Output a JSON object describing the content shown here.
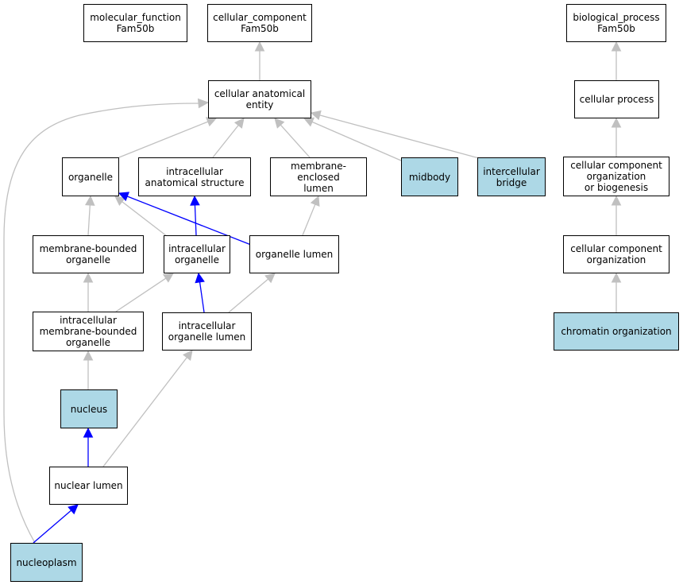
{
  "colors": {
    "highlight_fill": "#add8e6",
    "is_a_edge": "#c0c0c0",
    "part_of_edge": "#0000ff",
    "node_border": "#000000"
  },
  "nodes": {
    "mf": {
      "label": "molecular_function\nFam50b",
      "highlight": false
    },
    "cc": {
      "label": "cellular_component\nFam50b",
      "highlight": false
    },
    "bp": {
      "label": "biological_process\nFam50b",
      "highlight": false
    },
    "cae": {
      "label": "cellular anatomical\nentity",
      "highlight": false
    },
    "cproc": {
      "label": "cellular process",
      "highlight": false
    },
    "organelle": {
      "label": "organelle",
      "highlight": false
    },
    "ias": {
      "label": "intracellular\nanatomical structure",
      "highlight": false
    },
    "mel": {
      "label": "membrane-enclosed\nlumen",
      "highlight": false
    },
    "midbody": {
      "label": "midbody",
      "highlight": true
    },
    "icb": {
      "label": "intercellular\nbridge",
      "highlight": true
    },
    "ccob": {
      "label": "cellular component\norganization\nor biogenesis",
      "highlight": false
    },
    "mbo": {
      "label": "membrane-bounded\norganelle",
      "highlight": false
    },
    "io": {
      "label": "intracellular\norganelle",
      "highlight": false
    },
    "ol": {
      "label": "organelle lumen",
      "highlight": false
    },
    "cco": {
      "label": "cellular component\norganization",
      "highlight": false
    },
    "imbo": {
      "label": "intracellular\nmembrane-bounded\norganelle",
      "highlight": false
    },
    "iol": {
      "label": "intracellular\norganelle lumen",
      "highlight": false
    },
    "chrom": {
      "label": "chromatin organization",
      "highlight": true
    },
    "nucleus": {
      "label": "nucleus",
      "highlight": true
    },
    "nlumen": {
      "label": "nuclear lumen",
      "highlight": false
    },
    "nucleoplasm": {
      "label": "nucleoplasm",
      "highlight": true
    }
  },
  "edges": [
    {
      "from": "cae",
      "to": "cc",
      "type": "is_a"
    },
    {
      "from": "cproc",
      "to": "bp",
      "type": "is_a"
    },
    {
      "from": "organelle",
      "to": "cae",
      "type": "is_a"
    },
    {
      "from": "ias",
      "to": "cae",
      "type": "is_a"
    },
    {
      "from": "mel",
      "to": "cae",
      "type": "is_a"
    },
    {
      "from": "midbody",
      "to": "cae",
      "type": "is_a"
    },
    {
      "from": "icb",
      "to": "cae",
      "type": "is_a"
    },
    {
      "from": "nucleoplasm",
      "to": "cae",
      "type": "is_a"
    },
    {
      "from": "ccob",
      "to": "cproc",
      "type": "is_a"
    },
    {
      "from": "mbo",
      "to": "organelle",
      "type": "is_a"
    },
    {
      "from": "io",
      "to": "organelle",
      "type": "is_a"
    },
    {
      "from": "io",
      "to": "ias",
      "type": "part_of"
    },
    {
      "from": "ol",
      "to": "organelle",
      "type": "part_of"
    },
    {
      "from": "ol",
      "to": "mel",
      "type": "is_a"
    },
    {
      "from": "cco",
      "to": "ccob",
      "type": "is_a"
    },
    {
      "from": "imbo",
      "to": "mbo",
      "type": "is_a"
    },
    {
      "from": "imbo",
      "to": "io",
      "type": "is_a"
    },
    {
      "from": "iol",
      "to": "io",
      "type": "part_of"
    },
    {
      "from": "iol",
      "to": "ol",
      "type": "is_a"
    },
    {
      "from": "chrom",
      "to": "cco",
      "type": "is_a"
    },
    {
      "from": "nucleus",
      "to": "imbo",
      "type": "is_a"
    },
    {
      "from": "nlumen",
      "to": "nucleus",
      "type": "part_of"
    },
    {
      "from": "nlumen",
      "to": "iol",
      "type": "is_a"
    },
    {
      "from": "nucleoplasm",
      "to": "nlumen",
      "type": "part_of"
    }
  ]
}
